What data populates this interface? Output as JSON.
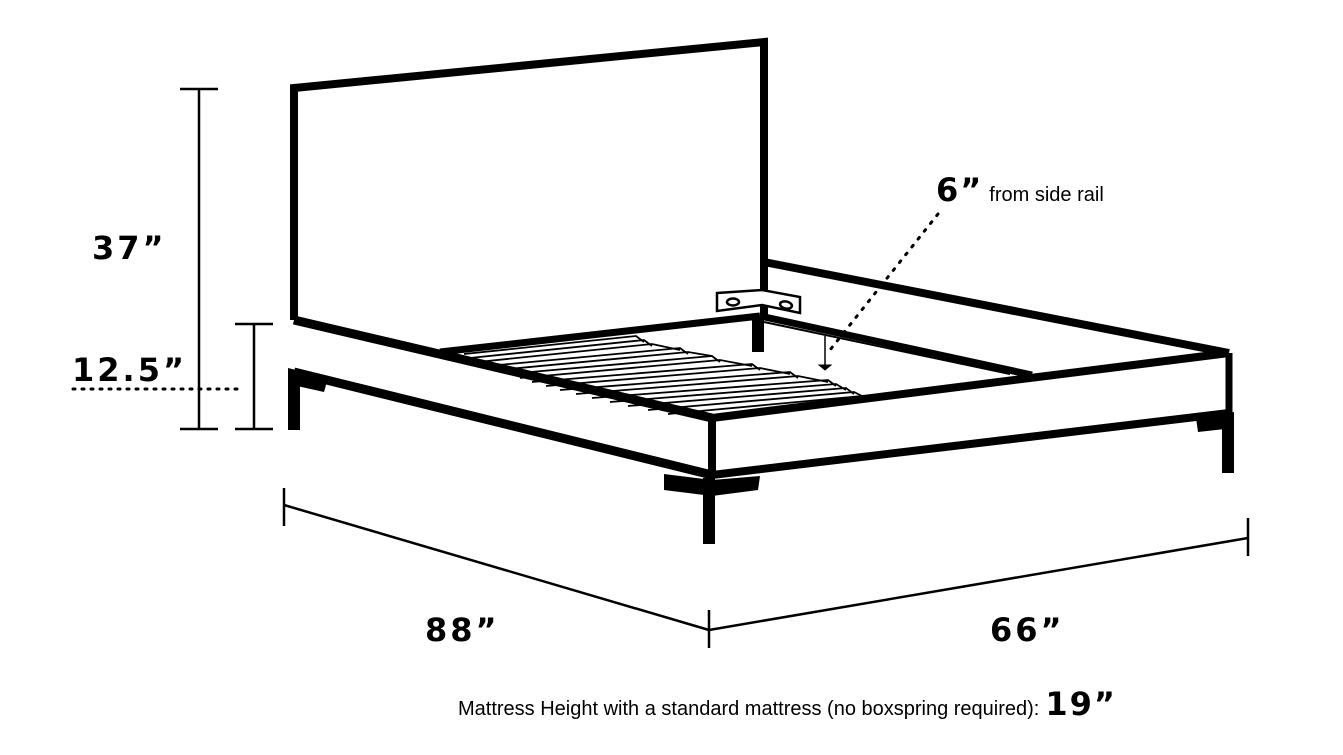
{
  "diagram": {
    "subject": "Bed frame with headboard dimensions",
    "colors": {
      "line": "#000000",
      "background": "#ffffff"
    },
    "dimensions": {
      "headboard_height": "37”",
      "rail_height": "12.5”",
      "length": "88”",
      "width": "66”"
    },
    "callout": {
      "value": "6”",
      "text": "from side rail"
    },
    "footer": {
      "text": "Mattress Height with a standard mattress (no boxspring required):",
      "value": "19”"
    }
  }
}
